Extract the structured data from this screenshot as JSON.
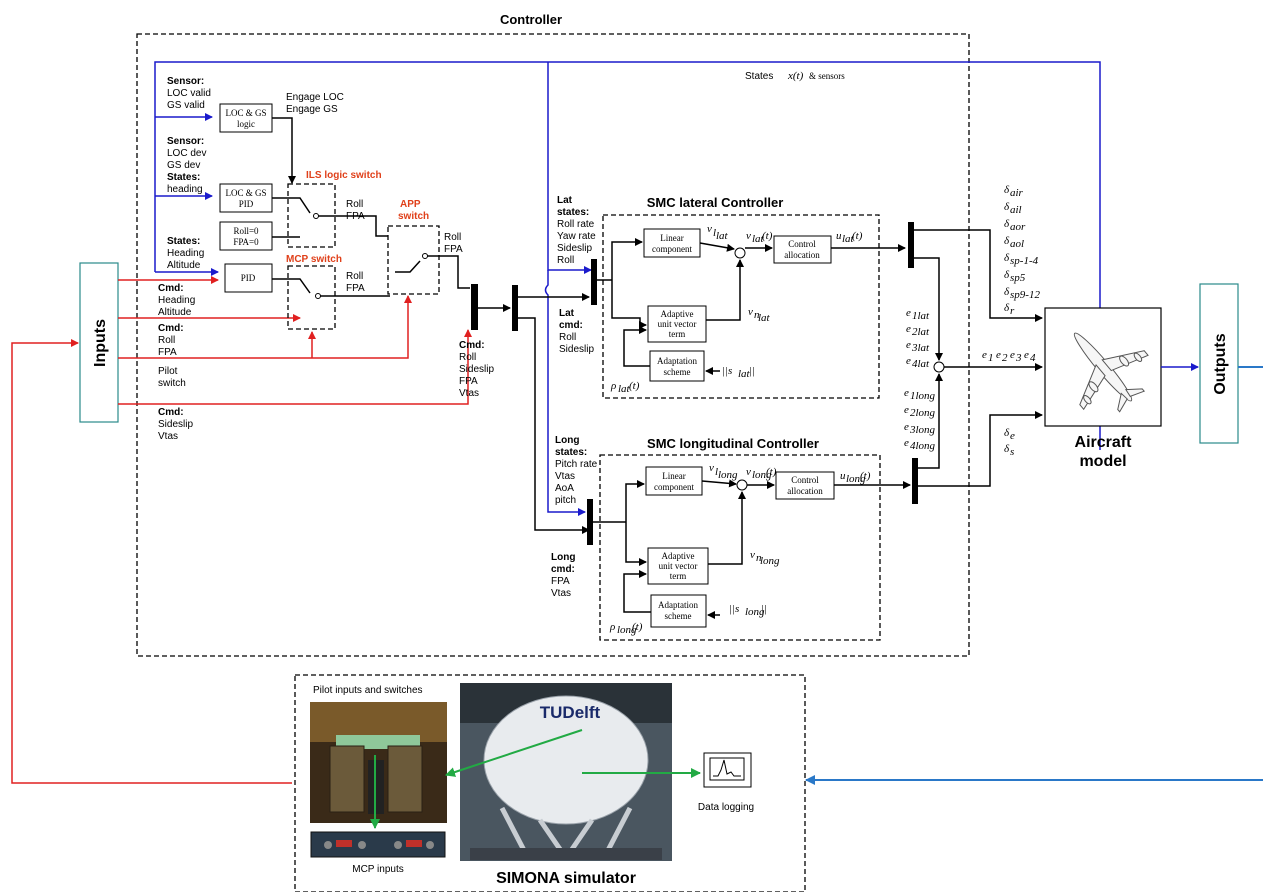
{
  "controller": {
    "title": "Controller",
    "states_label": "States",
    "states_math": "x(t)",
    "states_suffix": "& sensors"
  },
  "inputs_label": "Inputs",
  "outputs_label": "Outputs",
  "left_labels": {
    "sensor1": {
      "head": "Sensor:",
      "lines": [
        "LOC valid",
        "GS valid"
      ]
    },
    "sensor2": {
      "head": "Sensor:",
      "lines": [
        "LOC dev",
        "GS dev"
      ]
    },
    "states1": {
      "head": "States:",
      "lines": [
        "heading"
      ]
    },
    "states2": {
      "head": "States:",
      "lines": [
        "Heading",
        "Altitude"
      ]
    },
    "cmd1": {
      "head": "Cmd:",
      "lines": [
        "Heading",
        "Altitude"
      ]
    },
    "cmd2": {
      "head": "Cmd:",
      "lines": [
        "Roll",
        "FPA"
      ]
    },
    "pilot": {
      "lines": [
        "Pilot",
        "switch"
      ]
    },
    "cmd3": {
      "head": "Cmd:",
      "lines": [
        "Sideslip",
        "Vtas"
      ]
    }
  },
  "blocks": {
    "locgs_logic": [
      "LOC & GS",
      "logic"
    ],
    "locgs_pid": [
      "LOC & GS",
      "PID"
    ],
    "roll0": [
      "Roll=0",
      "FPA=0"
    ],
    "pid": "PID",
    "engage": [
      "Engage LOC",
      "Engage GS"
    ]
  },
  "switches": {
    "ils": "ILS logic switch",
    "mcp": "MCP switch",
    "app": [
      "APP",
      "switch"
    ]
  },
  "roll_fpa": [
    "Roll",
    "FPA"
  ],
  "cmd_mux": {
    "head": "Cmd:",
    "lines": [
      "Roll",
      "Sideslip",
      "FPA",
      "Vtas"
    ]
  },
  "lat_states": {
    "head": [
      "Lat",
      "states:"
    ],
    "lines": [
      "Roll rate",
      "Yaw rate",
      "Sideslip",
      "Roll"
    ]
  },
  "lat_cmd": {
    "head": [
      "Lat",
      "cmd:"
    ],
    "lines": [
      "Roll",
      "Sideslip"
    ]
  },
  "long_states": {
    "head": [
      "Long",
      "states:"
    ],
    "lines": [
      "Pitch rate",
      "Vtas",
      "AoA",
      "pitch"
    ]
  },
  "long_cmd": {
    "head": [
      "Long",
      "cmd:"
    ],
    "lines": [
      "FPA",
      "Vtas"
    ]
  },
  "smc_lat": {
    "title": "SMC lateral Controller",
    "linear": [
      "Linear",
      "component"
    ],
    "adaptive": [
      "Adaptive",
      "unit vector",
      "term"
    ],
    "scheme": [
      "Adaptation",
      "scheme"
    ],
    "control": [
      "Control",
      "allocation"
    ],
    "vl": "v",
    "vl_sub": "l",
    "vl_sub2": "lat",
    "v": "v",
    "v_sub": "lat",
    "v_arg": "(t)",
    "u": "u",
    "u_sub": "lat",
    "u_arg": "(t)",
    "vn": "v",
    "vn_sub": "n",
    "vn_sub2": "lat",
    "rho": "ρ",
    "rho_sub": "lat",
    "rho_arg": "(t)",
    "s": "||s",
    "s_sub": "lat",
    "s_end": "||"
  },
  "smc_long": {
    "title": "SMC longitudinal Controller",
    "linear": [
      "Linear",
      "component"
    ],
    "adaptive": [
      "Adaptive",
      "unit vector",
      "term"
    ],
    "scheme": [
      "Adaptation",
      "scheme"
    ],
    "control": [
      "Control",
      "allocation"
    ],
    "vl": "v",
    "vl_sub": "l",
    "vl_sub2": "long",
    "v": "v",
    "v_sub": "long",
    "v_arg": "(t)",
    "u": "u",
    "u_sub": "long",
    "u_arg": "(t)",
    "vn": "v",
    "vn_sub": "n",
    "vn_sub2": "long",
    "rho": "ρ",
    "rho_sub": "long",
    "rho_arg": "(t)",
    "s": "||s",
    "s_sub": "long",
    "s_end": "||"
  },
  "deltas_lat": [
    "air",
    "ail",
    "aor",
    "aol",
    "sp-1-4",
    "sp5",
    "sp9-12",
    "r"
  ],
  "deltas_long": [
    "e",
    "s"
  ],
  "e_lat": [
    "1lat",
    "2lat",
    "3lat",
    "4lat"
  ],
  "e_long": [
    "1long",
    "2long",
    "3long",
    "4long"
  ],
  "e_sum": [
    "1",
    "2",
    "3",
    "4"
  ],
  "aircraft": [
    "Aircraft",
    "model"
  ],
  "simona": {
    "title": "SIMONA simulator",
    "pilot_label": "Pilot inputs and switches",
    "mcp_label": "MCP inputs",
    "logging_label": "Data logging",
    "logo": "TUDelft"
  },
  "colors": {
    "command": "#e02020",
    "sensor": "#1a1acc",
    "output": "#2a78c8",
    "sim": "#22aa44",
    "switch_label": "#e0401a"
  }
}
